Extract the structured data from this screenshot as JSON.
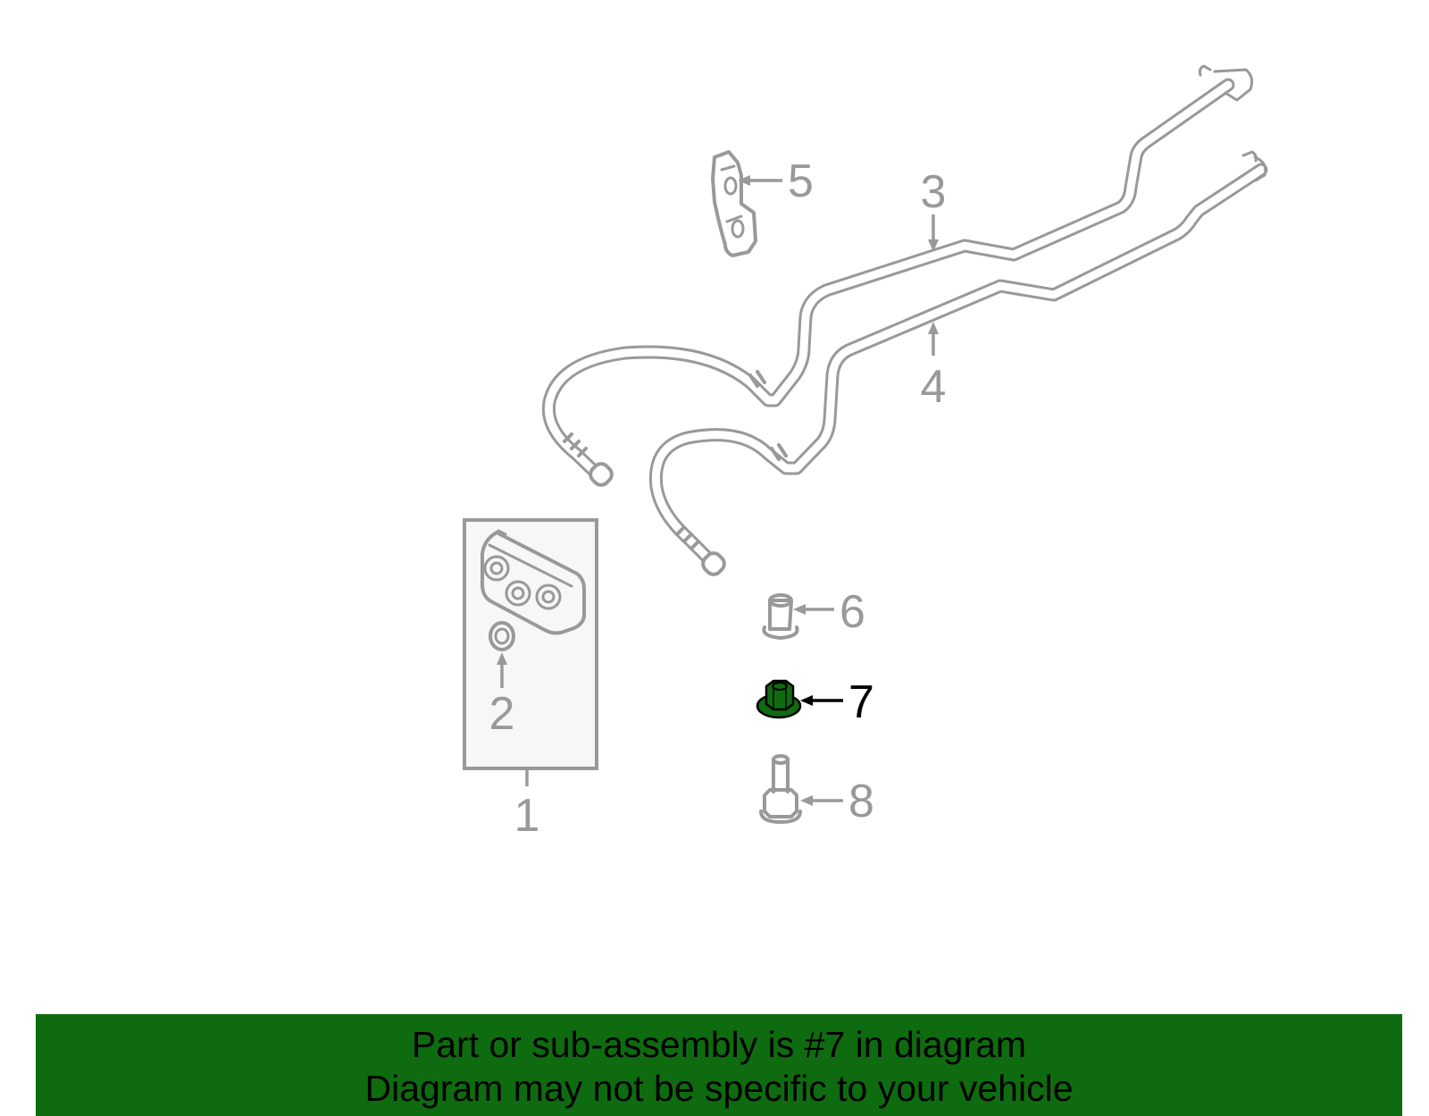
{
  "callouts": [
    {
      "number": "1",
      "active": false
    },
    {
      "number": "2",
      "active": false
    },
    {
      "number": "3",
      "active": false
    },
    {
      "number": "4",
      "active": false
    },
    {
      "number": "5",
      "active": false
    },
    {
      "number": "6",
      "active": false
    },
    {
      "number": "7",
      "active": true
    },
    {
      "number": "8",
      "active": false
    }
  ],
  "colors": {
    "part_stroke": "#999999",
    "highlight_part": "#0f6b0f",
    "banner_background": "#0f6b0f",
    "banner_text": "#000000"
  },
  "banner": {
    "line1": "Part or sub-assembly is #7 in diagram",
    "line2": "Diagram may not be specific to your vehicle"
  }
}
